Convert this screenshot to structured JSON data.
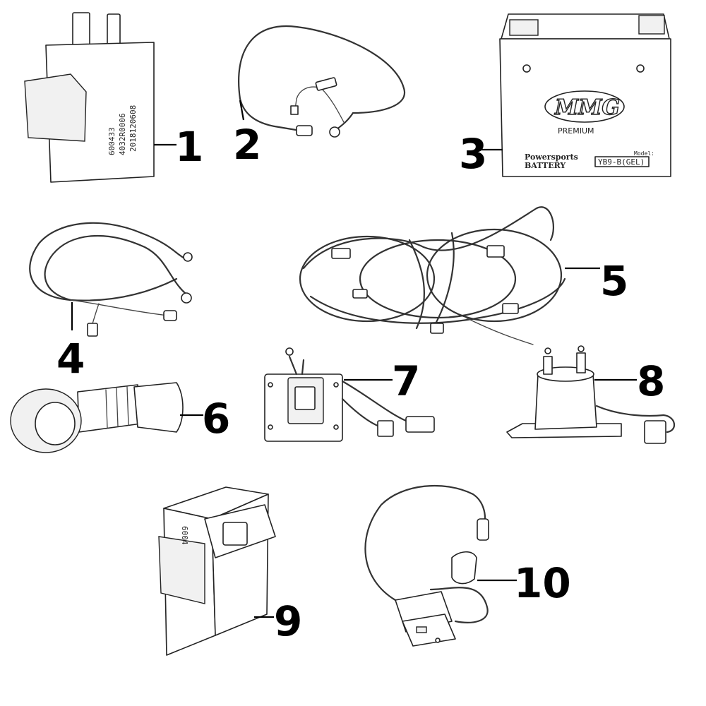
{
  "callouts": {
    "c1": "1",
    "c2": "2",
    "c3": "3",
    "c4": "4",
    "c5": "5",
    "c6": "6",
    "c7": "7",
    "c8": "8",
    "c9": "9",
    "c10": "10"
  },
  "relay_label": {
    "line1": "600433",
    "line2": "4032R0006",
    "line3": "2018120608"
  },
  "battery": {
    "brand": "MMG",
    "tier": "PREMIUM",
    "line1": "Powersports",
    "line2": "BATTERY",
    "model_caption": "Model:",
    "model": "YB9-B(GEL)"
  },
  "cdi_label": "6004",
  "colors": {
    "ink": "#222222",
    "background": "#ffffff"
  }
}
